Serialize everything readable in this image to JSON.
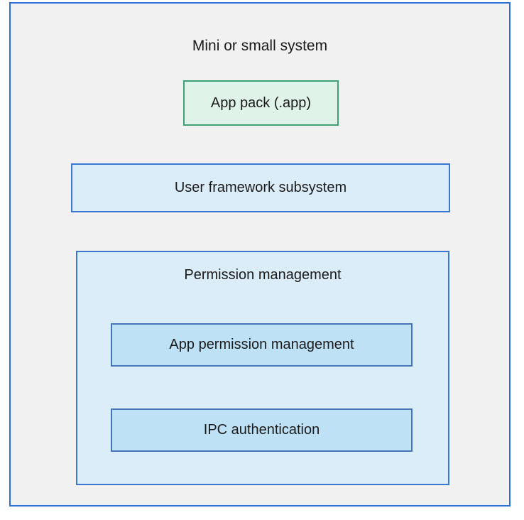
{
  "diagram": {
    "title": "Mini or small system",
    "nodes": {
      "app_pack": {
        "label": "App pack (.app)"
      },
      "user_framework": {
        "label": "User framework subsystem"
      },
      "permission_management": {
        "label": "Permission management"
      },
      "app_permission": {
        "label": "App permission management"
      },
      "ipc_authentication": {
        "label": "IPC authentication"
      }
    },
    "colors": {
      "outer_border": "#2c6fd6",
      "outer_fill": "#f1f1f2",
      "blue_box_border": "#3b76d2",
      "blue_box_fill": "#dcedfa",
      "inner_box_border": "#4674b8",
      "inner_box_fill": "#bfe1f5",
      "green_box_border": "#3fa173",
      "green_box_fill": "#e0f3e9",
      "text": "#1b1b1b",
      "page_background": "#ffffff"
    }
  }
}
